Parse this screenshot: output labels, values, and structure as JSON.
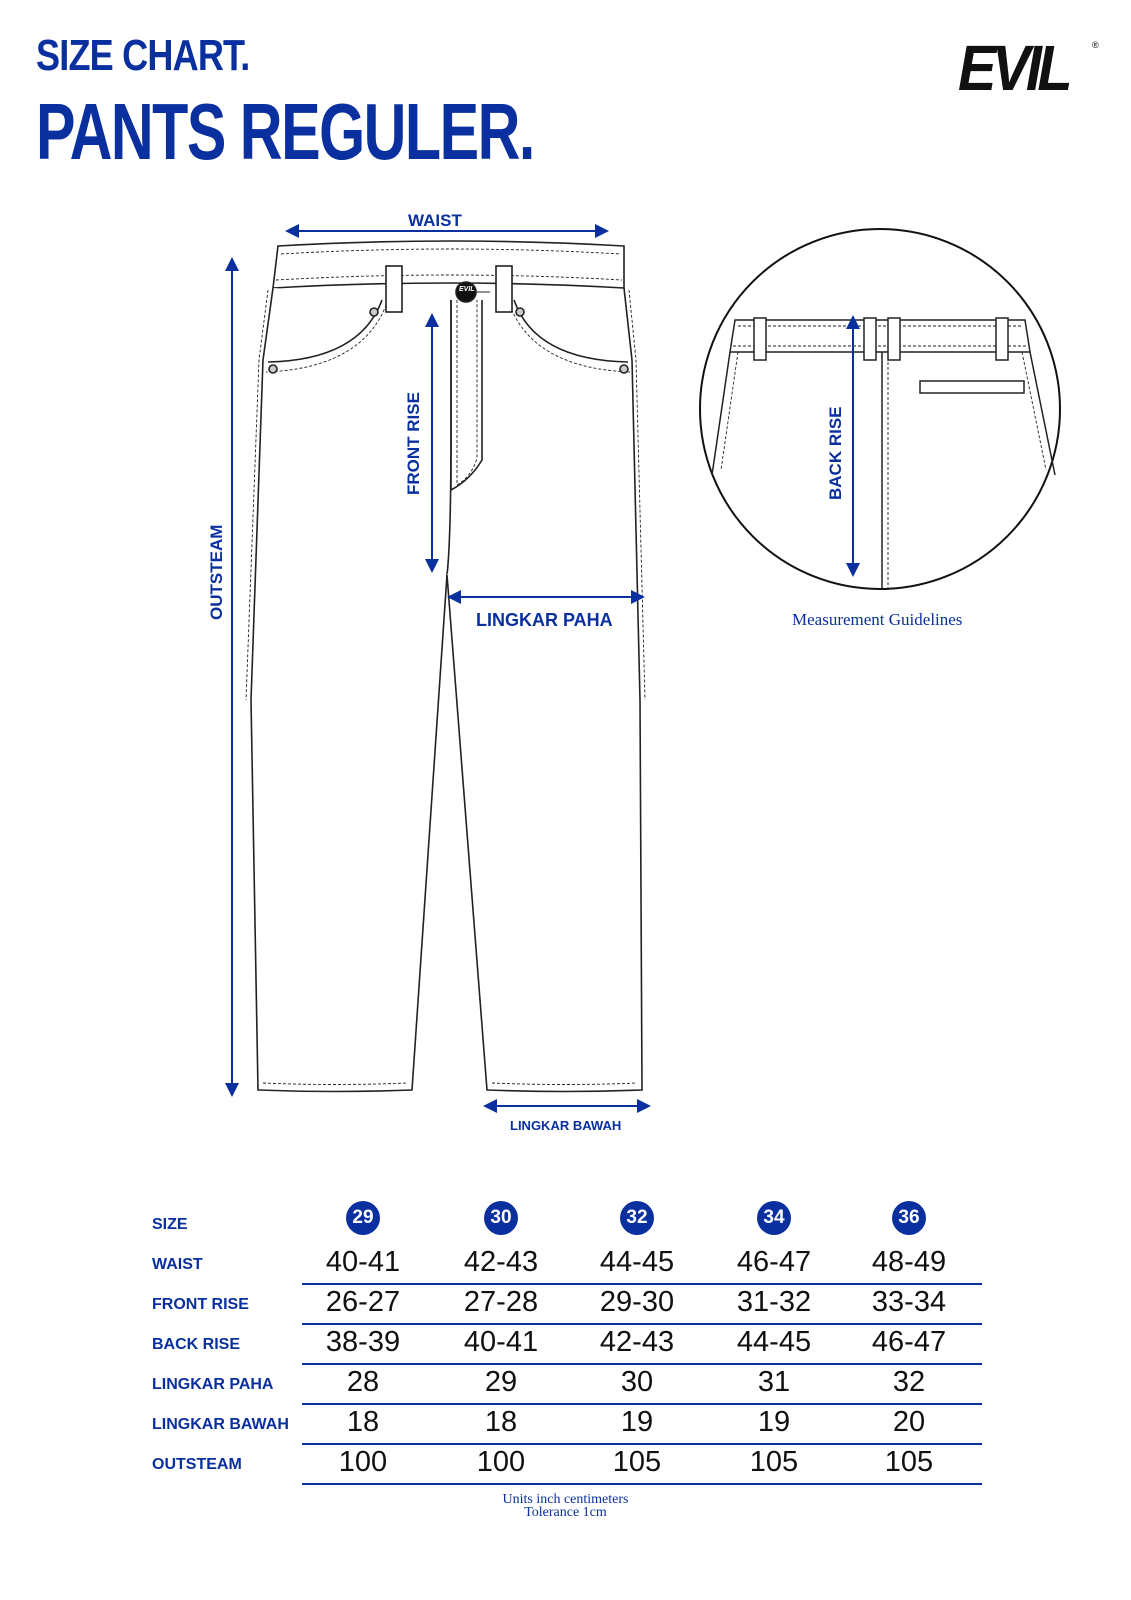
{
  "header": {
    "title_line1": "SIZE CHART.",
    "title_line2": "PANTS REGULER.",
    "brand": "EVIL",
    "registered_mark": "®"
  },
  "diagram": {
    "labels": {
      "waist": "WAIST",
      "outsteam": "OUTSTEAM",
      "front_rise": "FRONT RISE",
      "lingkar_paha": "LINGKAR PAHA",
      "lingkar_bawah": "LINGKAR BAWAH",
      "back_rise": "BACK RISE",
      "button_logo": "EVIL"
    },
    "guide_caption": "Measurement Guidelines"
  },
  "table": {
    "size_label": "SIZE",
    "sizes": [
      "29",
      "30",
      "32",
      "34",
      "36"
    ],
    "rows": [
      {
        "label": "WAIST",
        "values": [
          "40-41",
          "42-43",
          "44-45",
          "46-47",
          "48-49"
        ]
      },
      {
        "label": "FRONT RISE",
        "values": [
          "26-27",
          "27-28",
          "29-30",
          "31-32",
          "33-34"
        ]
      },
      {
        "label": "BACK RISE",
        "values": [
          "38-39",
          "40-41",
          "42-43",
          "44-45",
          "46-47"
        ]
      },
      {
        "label": "LINGKAR PAHA",
        "values": [
          "28",
          "29",
          "30",
          "31",
          "32"
        ]
      },
      {
        "label": "LINGKAR BAWAH",
        "values": [
          "18",
          "18",
          "19",
          "19",
          "20"
        ]
      },
      {
        "label": "OUTSTEAM",
        "values": [
          "100",
          "100",
          "105",
          "105",
          "105"
        ]
      }
    ]
  },
  "footer": {
    "units": "Units inch centimeters",
    "tolerance": "Tolerance 1cm"
  },
  "colors": {
    "brand_blue": "#0a2f9e",
    "text_dark": "#111111"
  }
}
